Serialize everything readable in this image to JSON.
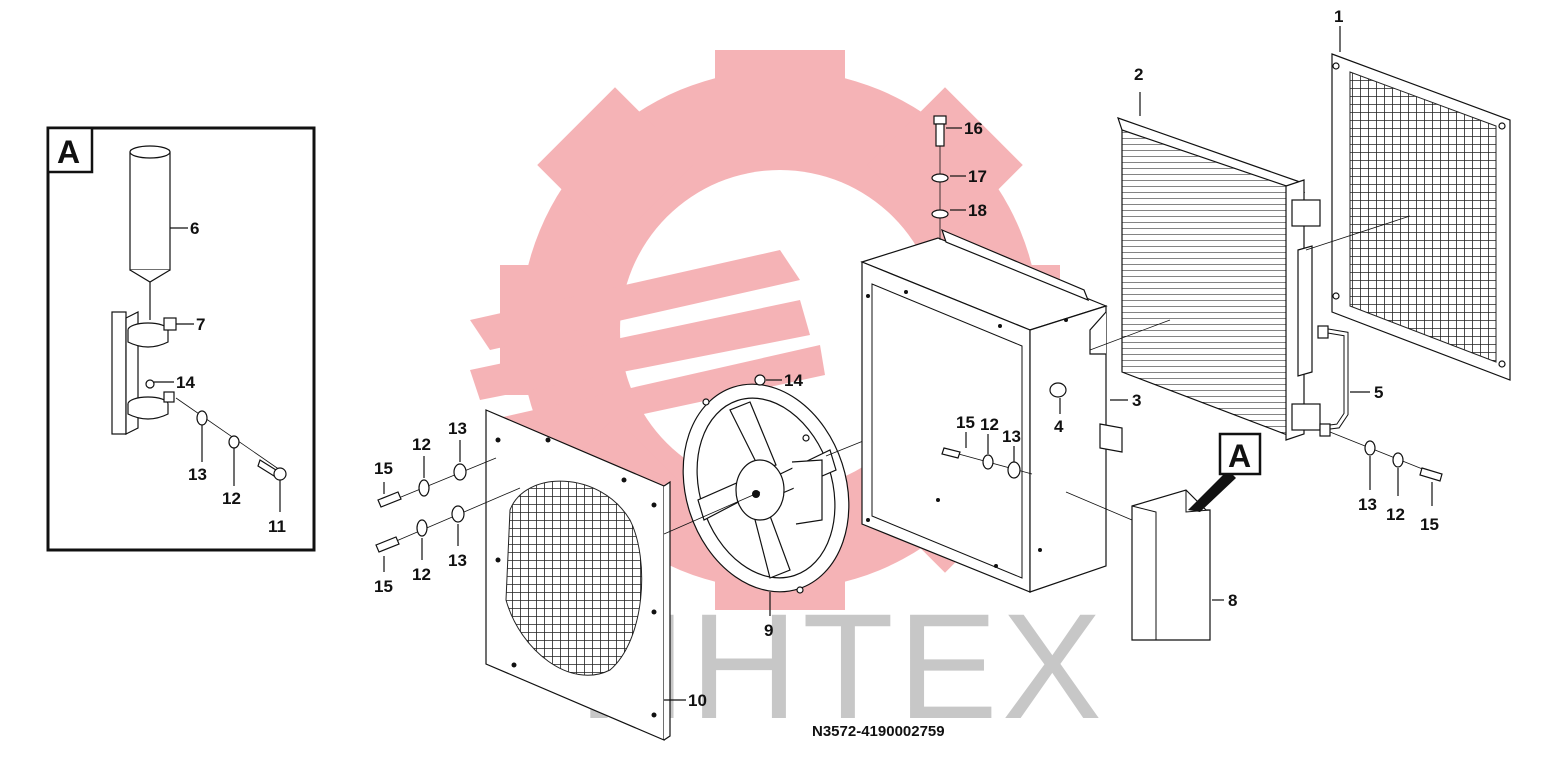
{
  "watermark": {
    "text": "ИНТЕХ",
    "logo_color": "#f4a6aa"
  },
  "drawing_code": "N3572-4190002759",
  "detail": {
    "marker": "A"
  },
  "callouts": {
    "c1": "1",
    "c2": "2",
    "c3": "3",
    "c4": "4",
    "c5": "5",
    "c6": "6",
    "c7": "7",
    "c8": "8",
    "c9": "9",
    "c10": "10",
    "c11": "11",
    "c12": "12",
    "c13": "13",
    "c14": "14",
    "c15": "15",
    "c16": "16",
    "c17": "17",
    "c18": "18"
  }
}
